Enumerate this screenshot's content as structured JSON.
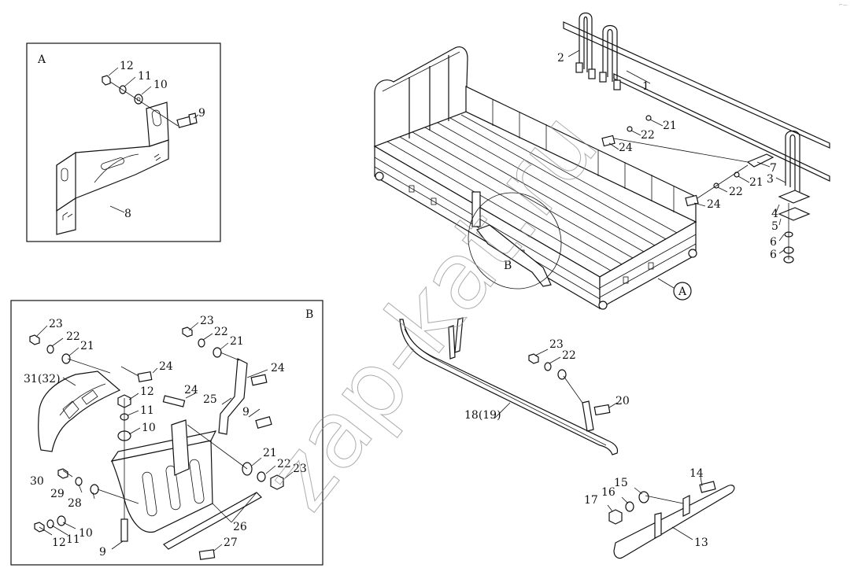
{
  "corner_mark": "⌐—",
  "watermark": {
    "text": "zap-kat.ru"
  },
  "inset_a": {
    "letter": "A",
    "callouts": [
      "12",
      "11",
      "10",
      "9",
      "8"
    ]
  },
  "inset_b": {
    "letter": "B",
    "callouts": [
      "23",
      "22",
      "21",
      "24",
      "31(32)",
      "12",
      "11",
      "10",
      "24",
      "25",
      "23",
      "22",
      "21",
      "24",
      "9",
      "21",
      "22",
      "23",
      "30",
      "29",
      "28",
      "12",
      "11",
      "10",
      "9",
      "26",
      "27"
    ]
  },
  "truck_body": {
    "callouts": [
      "2",
      "1",
      "21",
      "22",
      "24",
      "7",
      "21",
      "22",
      "24",
      "3",
      "4",
      "5",
      "6",
      "6"
    ],
    "view_markers": [
      "B",
      "A"
    ]
  },
  "side_rail": {
    "callouts": [
      "23",
      "22",
      "20",
      "18(19)"
    ]
  },
  "rear_bumper": {
    "callouts": [
      "14",
      "15",
      "16",
      "17",
      "13"
    ]
  }
}
